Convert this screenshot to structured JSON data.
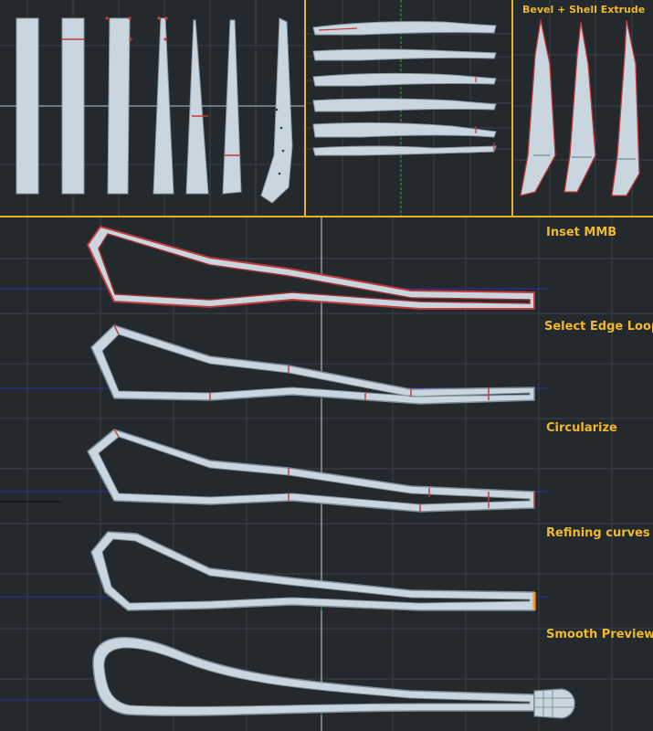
{
  "viewport": {
    "background": "#24292d",
    "grid_color": "#3a4147",
    "divider_color": "#e8b22b",
    "label_color": "#f0b82d",
    "mesh_fill": "#c9d6df",
    "mesh_stroke": "#8a9aa6",
    "selection_color": "#c0393b"
  },
  "panels": {
    "top_left": {
      "name": "blade-taper-steps"
    },
    "top_middle": {
      "name": "stacked-blade-slices"
    },
    "top_right": {
      "name": "bevel-shell-extrude-view",
      "label": "Bevel + Shell Extrude"
    }
  },
  "steps": [
    {
      "label": "Inset MMB"
    },
    {
      "label": "Select Edge Loop"
    },
    {
      "label": "Circularize"
    },
    {
      "label": "Refining curves"
    },
    {
      "label": "Smooth Preview"
    }
  ]
}
